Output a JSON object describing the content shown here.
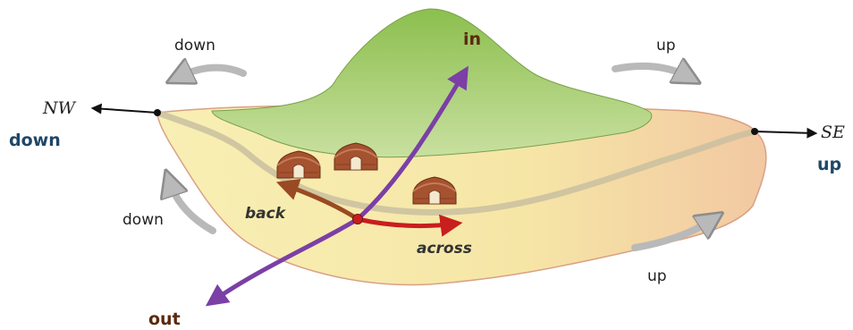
{
  "directions": {
    "nw": "NW",
    "se": "SE",
    "nw_sub": "down",
    "se_sub": "up"
  },
  "axis": {
    "in": "in",
    "out": "out"
  },
  "motion": {
    "back": "back",
    "across": "across"
  },
  "rotation_labels": {
    "top_left": "down",
    "left": "down",
    "top_right": "up",
    "bottom_right": "up"
  },
  "colors": {
    "plain_fill": "#f7ebaa",
    "plain_edge": "#d9a085",
    "hill_fill": "#a6cd6a",
    "path_line": "#c9c0a0",
    "axis_arrow": "#111111",
    "in_out_arrow": "#7b3fa6",
    "back_arrow": "#9a4a22",
    "across_arrow": "#c81e1e",
    "rotation_arrow": "#b9b9b9",
    "bold_dark_label": "#5a2a0e",
    "bold_blue_label": "#1f4767"
  },
  "icons": [
    "hut-icon",
    "hut-icon",
    "hut-icon"
  ]
}
